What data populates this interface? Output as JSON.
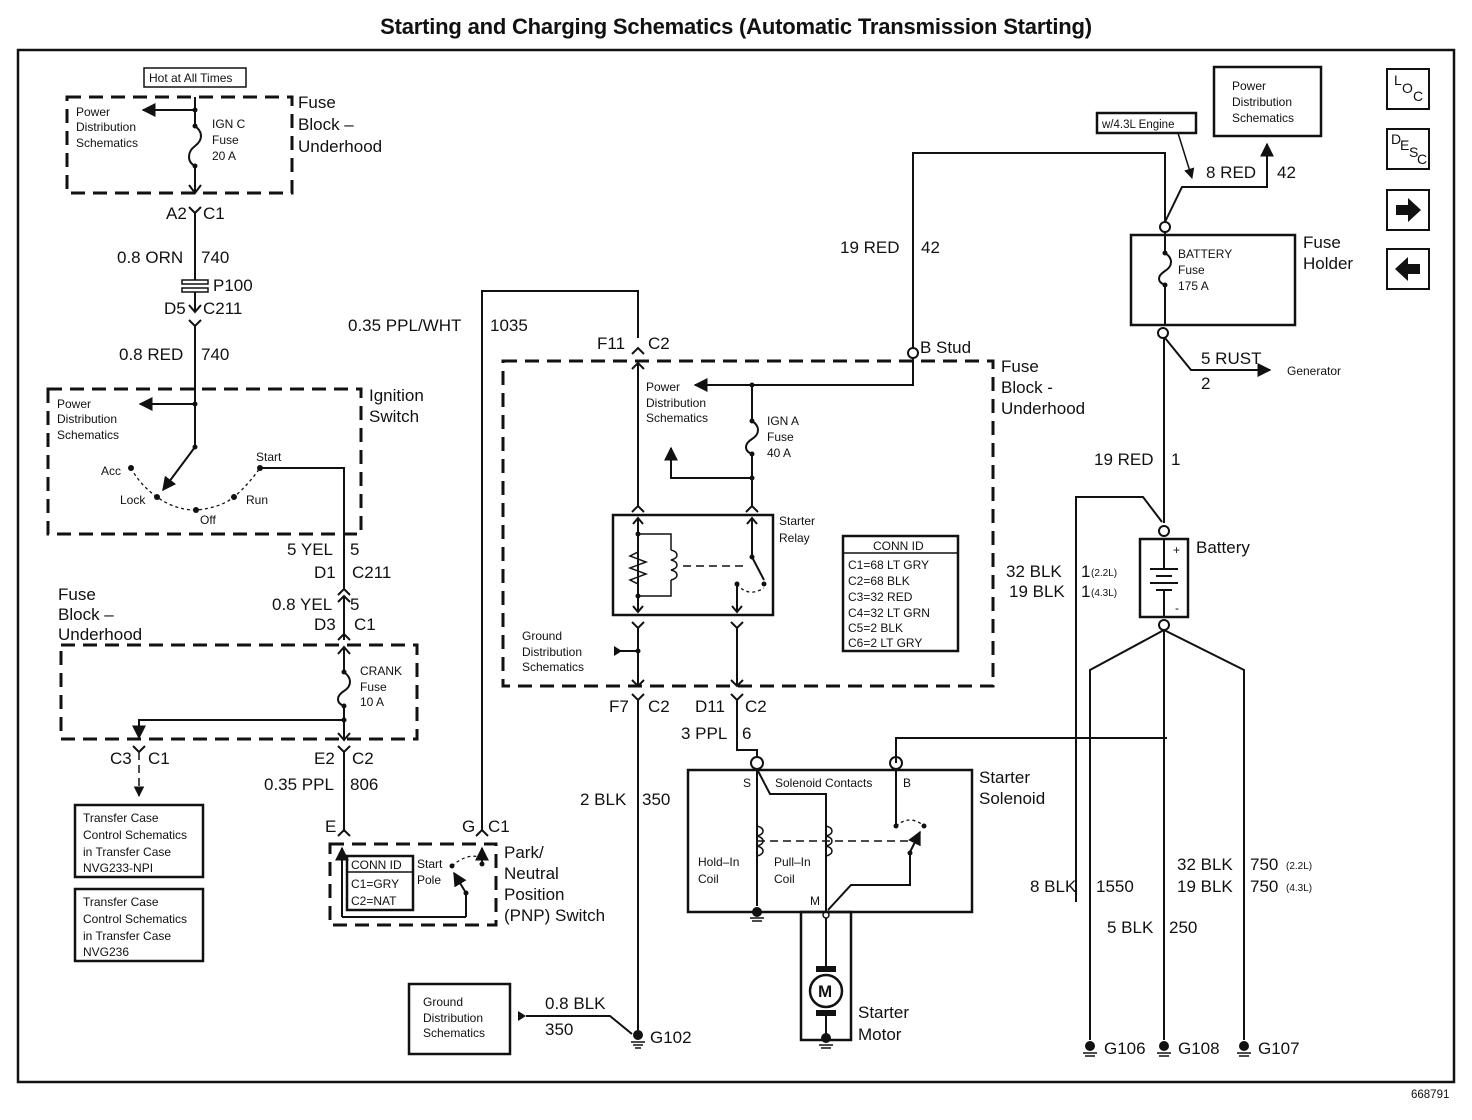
{
  "title": "Starting and Charging Schematics (Automatic Transmission Starting)",
  "figure_id": "668791",
  "nav": {
    "loc": {
      "l": "L",
      "o": "O",
      "c": "C"
    },
    "desc": {
      "d": "D",
      "e": "E",
      "s": "S",
      "c": "C"
    },
    "next_icon": "right-arrow-icon",
    "prev_icon": "left-arrow-icon"
  },
  "labels": {
    "hot_at_all_times": "Hot at All Times",
    "fuse_block_1": [
      "Fuse",
      "Block –",
      "Underhood"
    ],
    "pds": [
      "Power",
      "Distribution",
      "Schematics"
    ],
    "ign_c_fuse": [
      "IGN C",
      "Fuse",
      "20 A"
    ],
    "a2": "A2",
    "c1": "C1",
    "w1_gauge": "0.8 ORN",
    "w1_circuit": "740",
    "p100": "P100",
    "d5": "D5",
    "c211": "C211",
    "w2_gauge": "0.8 RED",
    "w2_circuit": "740",
    "ignition_switch": [
      "Ignition",
      "Switch"
    ],
    "sw_acc": "Acc",
    "sw_lock": "Lock",
    "sw_off": "Off",
    "sw_run": "Run",
    "sw_start": "Start",
    "w3_gauge": "5 YEL",
    "w3_circuit": "5",
    "d1": "D1",
    "c211b": "C211",
    "w4_gauge": "0.8 YEL",
    "w4_circuit": "5",
    "d3": "D3",
    "c1b": "C1",
    "fuse_block_2": [
      "Fuse",
      "Block –",
      "Underhood"
    ],
    "crank_fuse": [
      "CRANK",
      "Fuse",
      "10 A"
    ],
    "c3": "C3",
    "c1c": "C1",
    "e2": "E2",
    "c2": "C2",
    "w5_gauge": "0.35 PPL",
    "w5_circuit": "806",
    "transfer_case_1": [
      "Transfer Case",
      "Control Schematics",
      "in Transfer Case",
      "NVG233-NPI"
    ],
    "transfer_case_2": [
      "Transfer Case",
      "Control Schematics",
      "in Transfer Case",
      "NVG236"
    ],
    "pnp_e": "E",
    "pnp_g": "G",
    "pnp_c1": "C1",
    "pnp_conn_title": "CONN ID",
    "pnp_conn_rows": [
      "C1=GRY",
      "C2=NAT"
    ],
    "start_pole": [
      "Start",
      "Pole"
    ],
    "pnp_switch": [
      "Park/",
      "Neutral",
      "Position",
      "(PNP) Switch"
    ],
    "w6_gauge": "0.35 PPL/WHT",
    "w6_circuit": "1035",
    "f11": "F11",
    "c2b": "C2",
    "fuse_block_3": [
      "Fuse",
      "Block -",
      "Underhood"
    ],
    "pds2": [
      "Power",
      "Distribution",
      "Schematics"
    ],
    "ign_a_fuse": [
      "IGN A",
      "Fuse",
      "40 A"
    ],
    "starter_relay": [
      "Starter",
      "Relay"
    ],
    "conn_id_title": "CONN ID",
    "conn_id_rows": [
      "C1=68 LT GRY",
      "C2=68 BLK",
      "C3=32 RED",
      "C4=32 LT GRN",
      "C5=2 BLK",
      "C6=2 LT GRY"
    ],
    "gds": [
      "Ground",
      "Distribution",
      "Schematics"
    ],
    "b_stud": "B Stud",
    "w7_gauge": "19 RED",
    "w7_circuit": "42",
    "f7": "F7",
    "c2c": "C2",
    "d11": "D11",
    "c2d": "C2",
    "w8_gauge": "3 PPL",
    "w8_circuit": "6",
    "w9_gauge": "2 BLK",
    "w9_circuit": "350",
    "starter_solenoid": [
      "Starter",
      "Solenoid"
    ],
    "sol_s": "S",
    "sol_b": "B",
    "sol_m": "M",
    "solenoid_contacts": "Solenoid Contacts",
    "hold_in": [
      "Hold–In",
      "Coil"
    ],
    "pull_in": [
      "Pull–In",
      "Coil"
    ],
    "motor_m": "M",
    "starter_motor": [
      "Starter",
      "Motor"
    ],
    "gds_box": [
      "Ground",
      "Distribution",
      "Schematics"
    ],
    "w10_gauge": "0.8 BLK",
    "w10_circuit": "350",
    "g102": "G102",
    "w43_engine": "w/4.3L Engine",
    "pds_box": [
      "Power",
      "Distribution",
      "Schematics"
    ],
    "w11_gauge": "8 RED",
    "w11_circuit": "42",
    "battery_fuse": [
      "BATTERY",
      "Fuse",
      "175 A"
    ],
    "fuse_holder": [
      "Fuse",
      "Holder"
    ],
    "w12_gauge": "5 RUST",
    "w12_circuit": "2",
    "generator": "Generator",
    "w13_gauge": "19 RED",
    "w13_circuit": "1",
    "battery": "Battery",
    "bat_plus": "+",
    "bat_minus": "-",
    "w14_gauge_a": "32 BLK",
    "w14_circuit_a": "1",
    "w14_note_a": "(2.2L)",
    "w14_gauge_b": "19 BLK",
    "w14_circuit_b": "1",
    "w14_note_b": "(4.3L)",
    "w15_gauge": "8 BLK",
    "w15_circuit": "1550",
    "w16_gauge": "5 BLK",
    "w16_circuit": "250",
    "w17_gauge_a": "32 BLK",
    "w17_circuit_a": "750",
    "w17_note_a": "(2.2L)",
    "w17_gauge_b": "19 BLK",
    "w17_circuit_b": "750",
    "w17_note_b": "(4.3L)",
    "g106": "G106",
    "g108": "G108",
    "g107": "G107"
  }
}
